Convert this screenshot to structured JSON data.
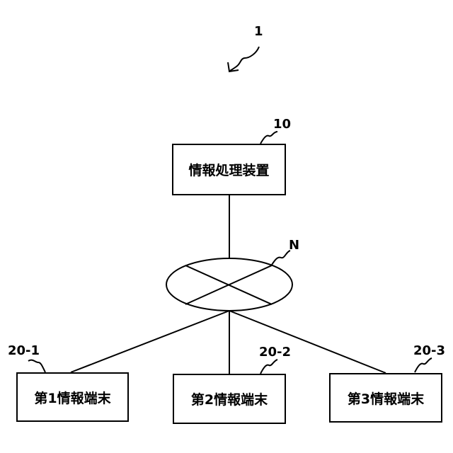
{
  "figure": {
    "system_ref": "1",
    "server": {
      "ref": "10",
      "label": "情報処理装置"
    },
    "network": {
      "ref": "N"
    },
    "terminals": [
      {
        "ref": "20-1",
        "label": "第1情報端末"
      },
      {
        "ref": "20-2",
        "label": "第2情報端末"
      },
      {
        "ref": "20-3",
        "label": "第3情報端末"
      }
    ]
  }
}
